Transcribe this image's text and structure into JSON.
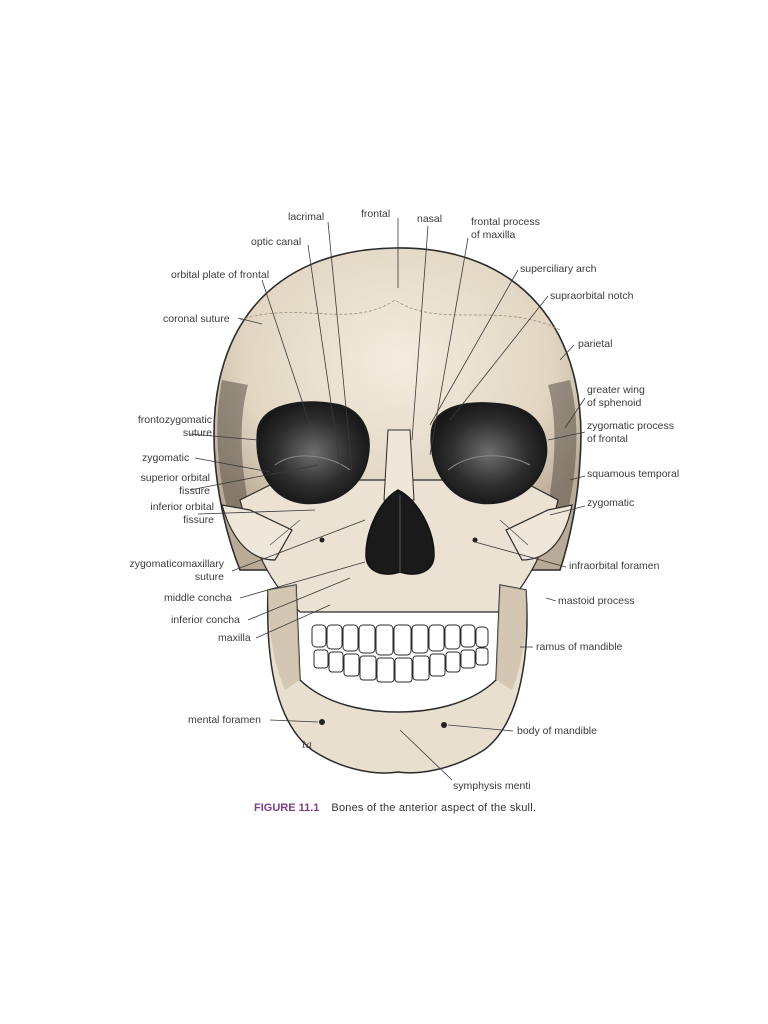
{
  "labels": {
    "lacrimal": "lacrimal",
    "frontal": "frontal",
    "nasal": "nasal",
    "frontal_process": "frontal process\nof maxilla",
    "optic_canal": "optic canal",
    "superciliary_arch": "superciliary arch",
    "orbital_plate": "orbital plate of frontal",
    "supraorbital_notch": "supraorbital notch",
    "coronal_suture": "coronal suture",
    "parietal": "parietal",
    "greater_wing": "greater wing\nof sphenoid",
    "frontozygomatic": "frontozygomatic\nsuture",
    "zygomatic_process": "zygomatic process\nof frontal",
    "zygomatic_left": "zygomatic",
    "squamous_temporal": "squamous temporal",
    "superior_orbital": "superior orbital\nfissure",
    "zygomatic_right": "zygomatic",
    "inferior_orbital": "inferior orbital\nfissure",
    "zygomaticomaxillary": "zygomaticomaxillary\nsuture",
    "infraorbital_foramen": "infraorbital foramen",
    "middle_concha": "middle concha",
    "mastoid_process": "mastoid process",
    "inferior_concha": "inferior concha",
    "maxilla": "maxilla",
    "ramus": "ramus of mandible",
    "mental_foramen": "mental foramen",
    "body_mandible": "body of mandible",
    "symphysis": "symphysis menti"
  },
  "signature": "ta",
  "caption": {
    "figure_number": "FIGURE 11.1",
    "text": "Bones of the anterior aspect of the skull."
  },
  "colors": {
    "bone": "#e9dfcf",
    "bone_shade": "#cbbfae",
    "ink": "#2b2b2b",
    "caption_accent": "#7a3f8c"
  }
}
